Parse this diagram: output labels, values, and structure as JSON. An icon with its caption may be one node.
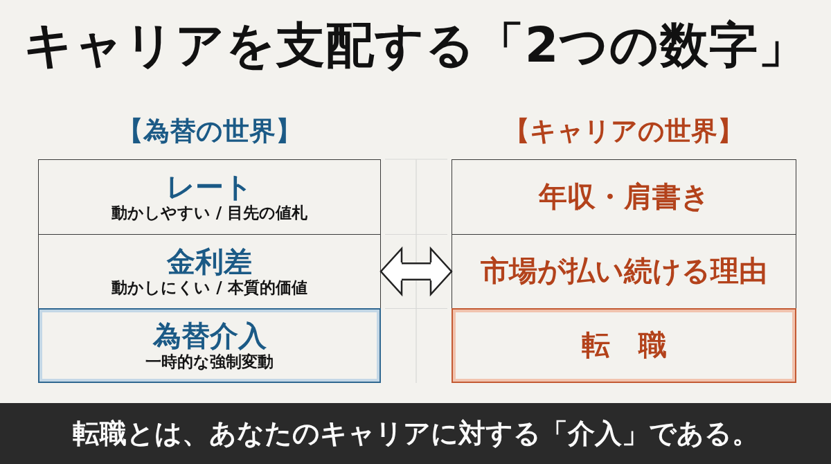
{
  "diagram": {
    "title": "キャリアを支配する「2つの数字」",
    "caption": "転職とは、あなたのキャリアに対する「介入」である。",
    "nodes": [
      {
        "text": [
          "レート",
          "動かしやすい / 目先の値札"
        ]
      },
      {
        "text": [
          "金利差",
          "動かしにくい / 本質的価値"
        ]
      },
      {
        "text": [
          "為替介入",
          "一時的な強制変動"
        ]
      },
      {
        "text": [
          "年収・肩書き"
        ]
      },
      {
        "text": [
          "市場が払い続ける理由"
        ]
      },
      {
        "text": [
          "転　職"
        ]
      }
    ],
    "edges": [
      {
        "from": 1,
        "to": 4,
        "arrow": "both"
      }
    ],
    "labels": [
      "【為替の世界】",
      "【キャリアの世界】"
    ]
  }
}
